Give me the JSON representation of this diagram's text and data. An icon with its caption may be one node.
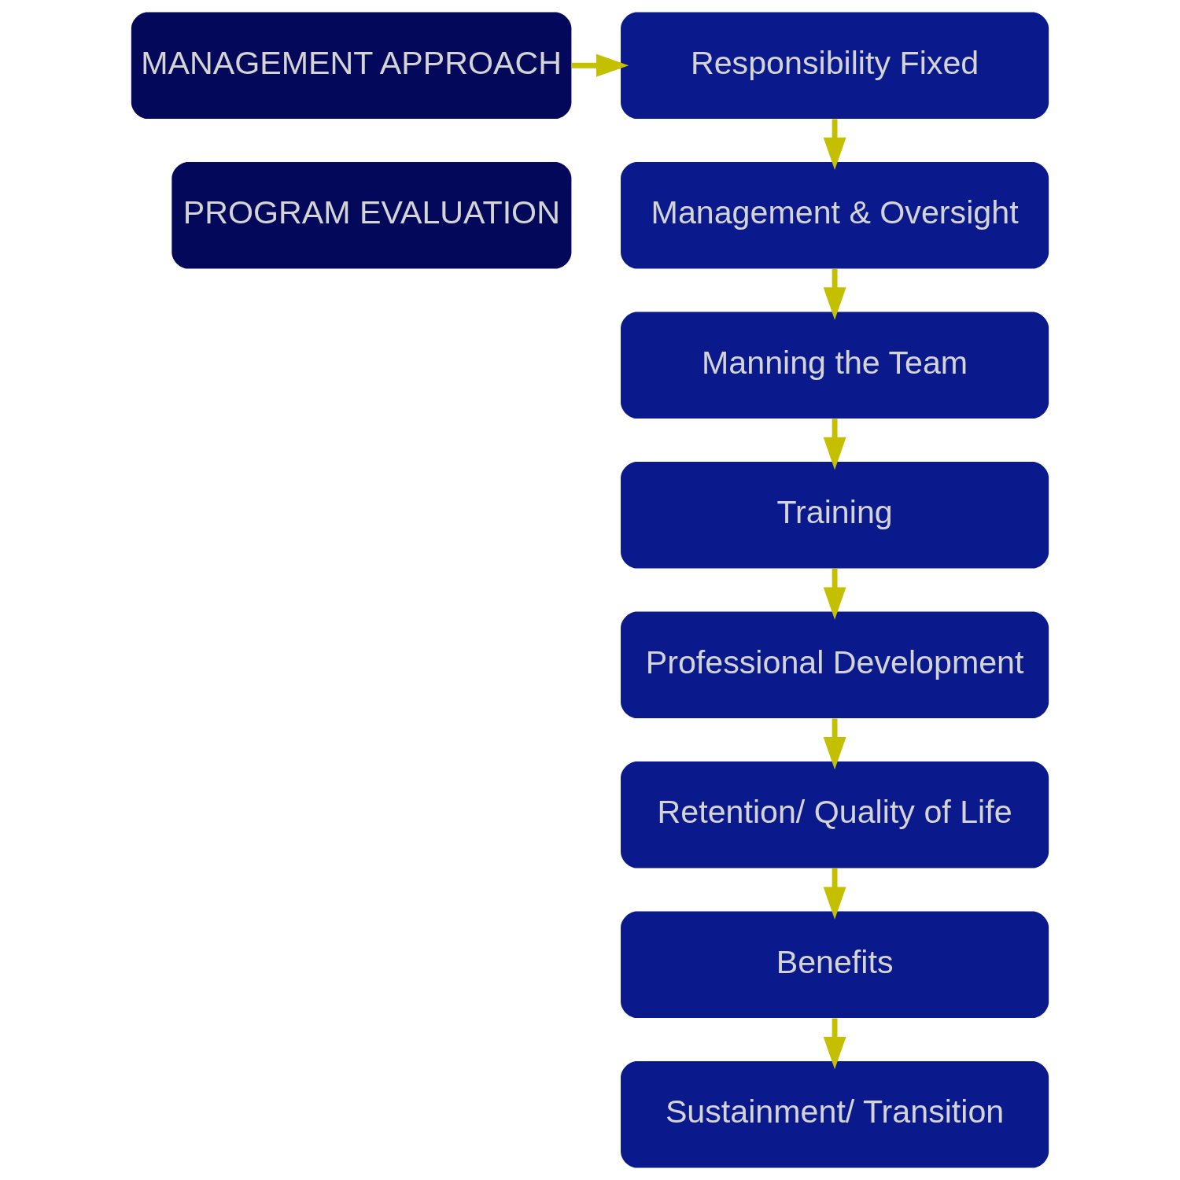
{
  "diagram": {
    "nodes": [
      {
        "text": [
          "MANAGEMENT APPROACH"
        ]
      },
      {
        "text": [
          "PROGRAM EVALUATION"
        ]
      },
      {
        "text": [
          "Responsibility Fixed"
        ]
      },
      {
        "text": [
          "Management & Oversight"
        ]
      },
      {
        "text": [
          "Manning the Team"
        ]
      },
      {
        "text": [
          "Training"
        ]
      },
      {
        "text": [
          "Professional Development"
        ]
      },
      {
        "text": [
          "Retention/ Quality of Life"
        ]
      },
      {
        "text": [
          "Benefits"
        ]
      },
      {
        "text": [
          "Sustainment/ Transition"
        ]
      }
    ],
    "edges": [
      {
        "from": 0,
        "to": 2,
        "arrow": "to"
      },
      {
        "from": 2,
        "to": 3,
        "arrow": "to"
      },
      {
        "from": 3,
        "to": 4,
        "arrow": "to"
      },
      {
        "from": 4,
        "to": 5,
        "arrow": "to"
      },
      {
        "from": 5,
        "to": 6,
        "arrow": "to"
      },
      {
        "from": 6,
        "to": 7,
        "arrow": "to"
      },
      {
        "from": 7,
        "to": 8,
        "arrow": "to"
      },
      {
        "from": 8,
        "to": 9,
        "arrow": "to"
      }
    ]
  }
}
